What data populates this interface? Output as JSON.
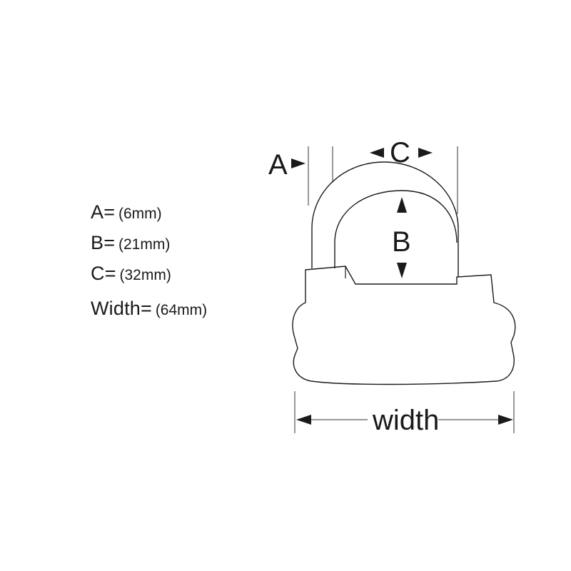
{
  "specs": [
    {
      "key": "A",
      "eq": "=",
      "value": "(6mm)"
    },
    {
      "key": "B",
      "eq": "=",
      "value": "(21mm)"
    },
    {
      "key": "C",
      "eq": "=",
      "value": "(32mm)"
    },
    {
      "key": "Width",
      "eq": "=",
      "value": "(64mm)"
    }
  ],
  "diagram": {
    "label_a": "A",
    "label_b": "B",
    "label_c": "C",
    "label_width": "width"
  },
  "colors": {
    "line": "#1a1a1a",
    "dim_line": "#333333",
    "background": "#ffffff"
  }
}
